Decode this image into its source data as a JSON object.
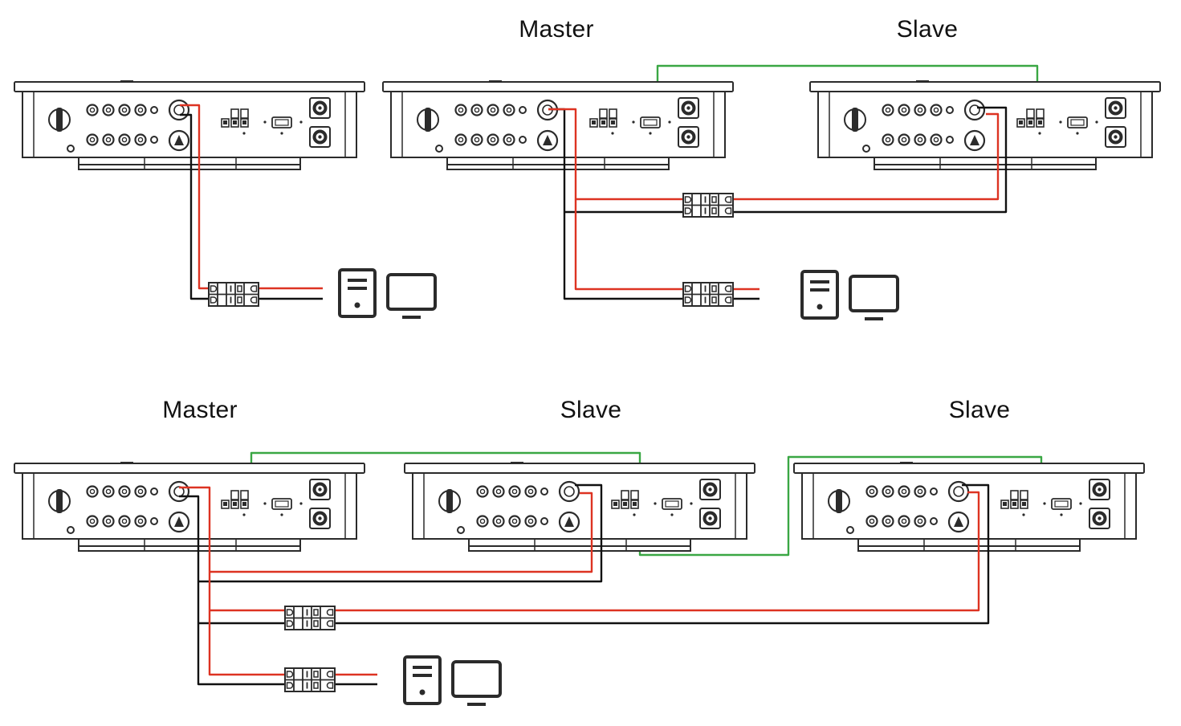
{
  "colors": {
    "positive": "#dd3322",
    "negative": "#111111",
    "communication": "#3aa744",
    "device": "#2b2b2b"
  },
  "labels": {
    "top_master": "Master",
    "top_slave": "Slave",
    "bottom_master": "Master",
    "bottom_slave_1": "Slave",
    "bottom_slave_2": "Slave"
  },
  "icons": [
    "computer-tower-icon",
    "monitor-icon"
  ]
}
